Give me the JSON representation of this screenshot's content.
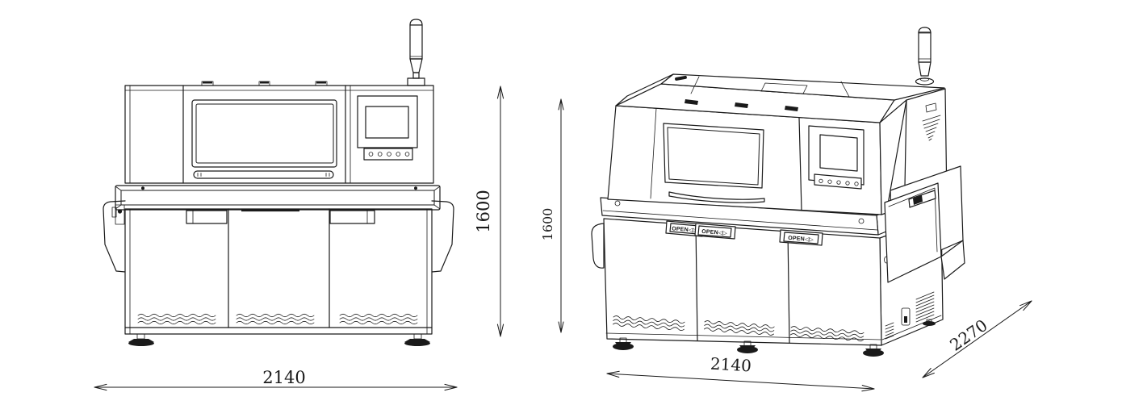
{
  "drawing": {
    "colors": {
      "line": "#1a1a1a",
      "background": "#ffffff"
    },
    "front_view": {
      "dim_width": "2140",
      "dim_height": "1600"
    },
    "iso_view": {
      "dim_height": "1600",
      "dim_width": "2140",
      "dim_depth": "2270",
      "door_label": "OPEN◁▷"
    }
  }
}
